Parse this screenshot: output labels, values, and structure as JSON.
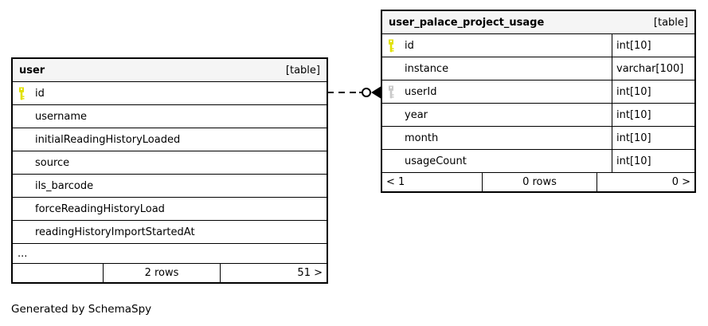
{
  "page": {
    "generated_by": "Generated by SchemaSpy"
  },
  "colors": {
    "border": "#000000",
    "header_bg": "#f5f5f5",
    "bg": "#ffffff",
    "pk_key": "#e1e100",
    "fk_key": "#c9c9c9",
    "text": "#000000"
  },
  "relationship": {
    "from_table": "user",
    "from_column": "id",
    "to_table": "user_palace_project_usage",
    "to_column": "userId",
    "style": "dashed"
  },
  "tables": [
    {
      "name": "user",
      "kind": "[table]",
      "columns": [
        {
          "name": "id",
          "key": "primary"
        },
        {
          "name": "username",
          "key": ""
        },
        {
          "name": "initialReadingHistoryLoaded",
          "key": ""
        },
        {
          "name": "source",
          "key": ""
        },
        {
          "name": "ils_barcode",
          "key": ""
        },
        {
          "name": "forceReadingHistoryLoad",
          "key": ""
        },
        {
          "name": "readingHistoryImportStartedAt",
          "key": ""
        }
      ],
      "ellipsis": "...",
      "footer": {
        "left": "",
        "center": "2 rows",
        "right": "51 >"
      }
    },
    {
      "name": "user_palace_project_usage",
      "kind": "[table]",
      "columns": [
        {
          "name": "id",
          "key": "primary",
          "type": "int[10]"
        },
        {
          "name": "instance",
          "key": "",
          "type": "varchar[100]"
        },
        {
          "name": "userId",
          "key": "foreign",
          "type": "int[10]"
        },
        {
          "name": "year",
          "key": "",
          "type": "int[10]"
        },
        {
          "name": "month",
          "key": "",
          "type": "int[10]"
        },
        {
          "name": "usageCount",
          "key": "",
          "type": "int[10]"
        }
      ],
      "footer": {
        "left": "< 1",
        "center": "0 rows",
        "right": "0 >"
      }
    }
  ]
}
